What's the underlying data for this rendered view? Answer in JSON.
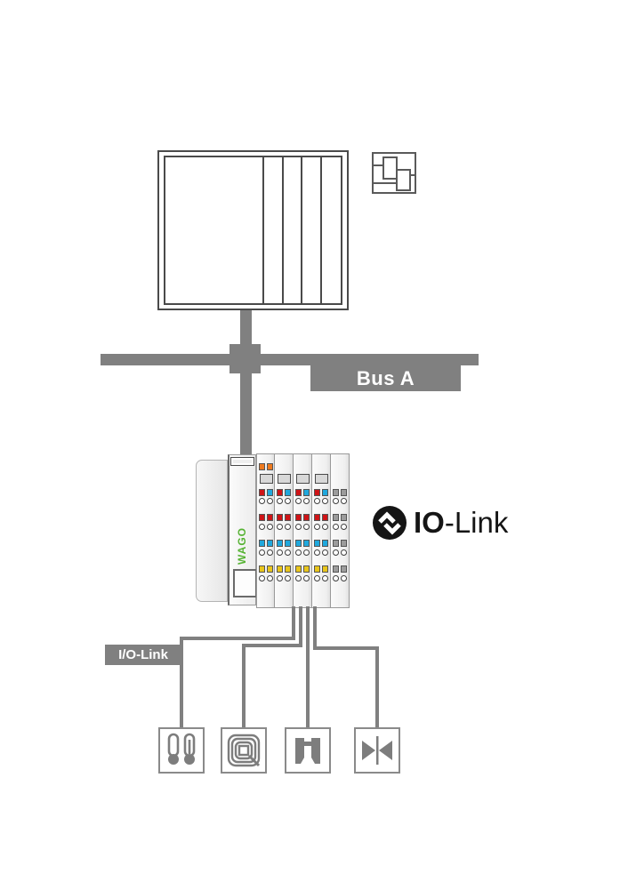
{
  "labels": {
    "bus": "Bus A",
    "io_link_port": "I/O-Link"
  },
  "logo": {
    "wago": "WAGO",
    "iolink_bold": "IO",
    "iolink_rest": "-Link"
  },
  "colors": {
    "gray": "#808080",
    "outline": "#4a4a4a",
    "orange": "#ee7a1f",
    "red": "#cf1417",
    "cyan": "#1fa8dd",
    "yellow": "#e8c51c",
    "led_gray": "#9c9c9c",
    "wago_green": "#55b232",
    "logo_black": "#151515"
  },
  "module": {
    "circles_per_row": 2,
    "slices": [
      {
        "orange_leds": 2,
        "header_rect": true,
        "led_rows": [
          [
            "red",
            "cyan"
          ],
          [
            "red",
            "red"
          ],
          [
            "cyan",
            "cyan"
          ],
          [
            "yellow",
            "yellow"
          ]
        ]
      },
      {
        "orange_leds": 0,
        "header_rect": true,
        "led_rows": [
          [
            "red",
            "cyan"
          ],
          [
            "red",
            "red"
          ],
          [
            "cyan",
            "cyan"
          ],
          [
            "yellow",
            "yellow"
          ]
        ]
      },
      {
        "orange_leds": 0,
        "header_rect": true,
        "led_rows": [
          [
            "red",
            "cyan"
          ],
          [
            "red",
            "red"
          ],
          [
            "cyan",
            "cyan"
          ],
          [
            "yellow",
            "yellow"
          ]
        ]
      },
      {
        "orange_leds": 0,
        "header_rect": true,
        "led_rows": [
          [
            "red",
            "cyan"
          ],
          [
            "red",
            "red"
          ],
          [
            "cyan",
            "cyan"
          ],
          [
            "yellow",
            "yellow"
          ]
        ]
      },
      {
        "orange_leds": 0,
        "header_rect": false,
        "led_rows": [
          [
            "gray",
            "gray"
          ],
          [
            "gray",
            "gray"
          ],
          [
            "gray",
            "gray"
          ],
          [
            "gray",
            "gray"
          ]
        ]
      }
    ]
  },
  "devices": [
    {
      "icon": "thermometer-icon"
    },
    {
      "icon": "rfid-coil-icon"
    },
    {
      "icon": "gripper-icon"
    },
    {
      "icon": "valve-icon"
    }
  ]
}
